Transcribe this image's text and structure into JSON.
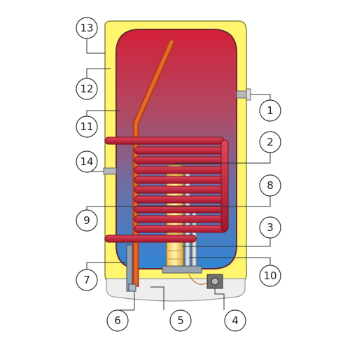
{
  "diagram": {
    "callouts": [
      {
        "id": "13",
        "label": "13"
      },
      {
        "id": "12",
        "label": "12"
      },
      {
        "id": "11",
        "label": "11"
      },
      {
        "id": "14",
        "label": "14"
      },
      {
        "id": "9",
        "label": "9"
      },
      {
        "id": "7",
        "label": "7"
      },
      {
        "id": "6",
        "label": "6"
      },
      {
        "id": "5",
        "label": "5"
      },
      {
        "id": "4",
        "label": "4"
      },
      {
        "id": "10",
        "label": "10"
      },
      {
        "id": "3",
        "label": "3"
      },
      {
        "id": "8",
        "label": "8"
      },
      {
        "id": "2",
        "label": "2"
      },
      {
        "id": "1",
        "label": "1"
      }
    ]
  }
}
